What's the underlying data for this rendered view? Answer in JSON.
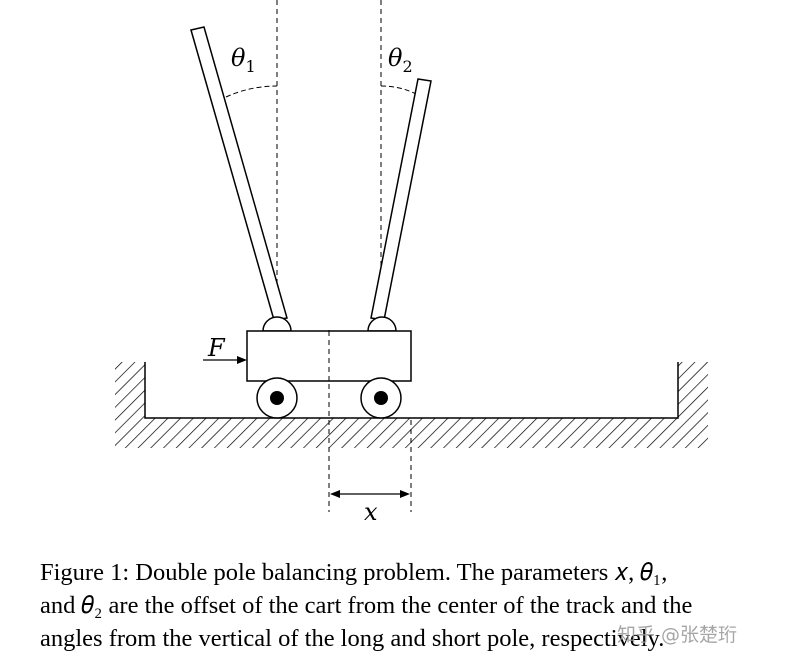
{
  "diagram": {
    "label_theta1": "θ",
    "label_theta1_sub": "1",
    "label_theta2": "θ",
    "label_theta2_sub": "2",
    "label_force": "F",
    "label_x": "x"
  },
  "caption": {
    "line1": "Figure 1: Double pole balancing problem. The parameters 𝑥, 𝜃₁,",
    "line2": "and 𝜃₂ are the offset of the cart from the center of the track and the",
    "line3": "angles from the vertical of the long and short pole, respectively."
  },
  "watermark": "知乎 @张楚珩"
}
